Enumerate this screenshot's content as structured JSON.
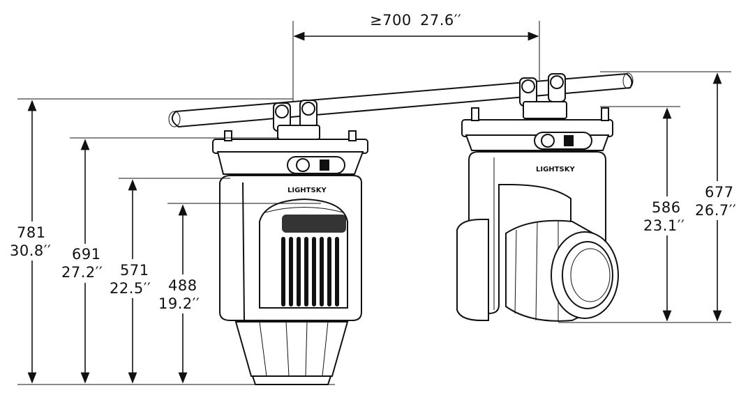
{
  "diagram": {
    "logo_text": "LIGHTSKY",
    "dimensions": {
      "width_mm": "≥700",
      "width_in": "27.6′′",
      "h781_mm": "781",
      "h781_in": "30.8′′",
      "h691_mm": "691",
      "h691_in": "27.2′′",
      "h571_mm": "571",
      "h571_in": "22.5′′",
      "h488_mm": "488",
      "h488_in": "19.2′′",
      "h586_mm": "586",
      "h586_in": "23.1′′",
      "h677_mm": "677",
      "h677_in": "26.7′′"
    }
  }
}
